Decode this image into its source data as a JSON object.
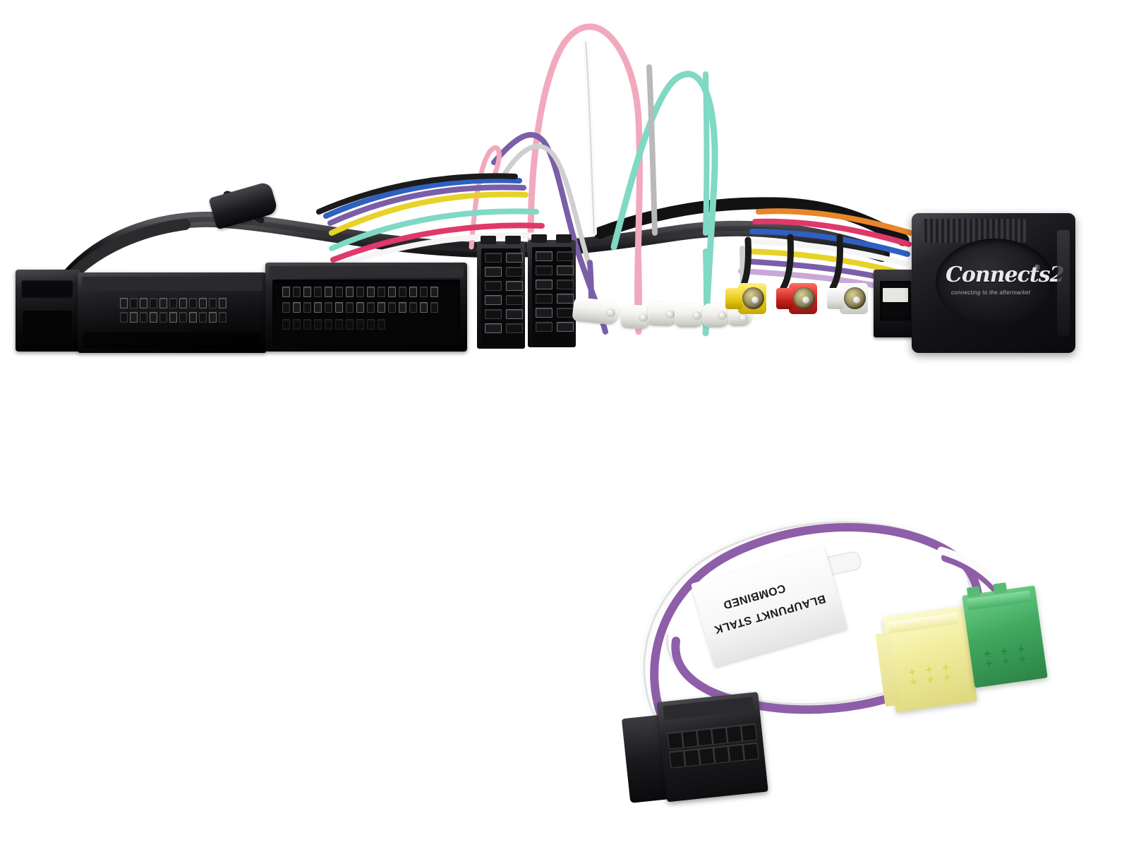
{
  "scene": {
    "type": "product-photograph",
    "background_color": "#ffffff",
    "subject": "car audio steering wheel control wiring harness adapter kit",
    "view": "two separate harness assemblies on plain white background"
  },
  "brand": {
    "name": "Connects2",
    "logo_script": "Connects2",
    "registered_mark": "®",
    "tagline": "connecting to the aftermarket",
    "module_color": "#141416"
  },
  "assemblies": [
    {
      "id": "main-harness",
      "name": "Main steering wheel control harness",
      "position": "upper area of image",
      "components": [
        {
          "name": "small-black-connector",
          "label": "2-pin black connector",
          "color": "#0d0d0f"
        },
        {
          "name": "quadlock-connector-a",
          "label": "Quadlock block A",
          "color": "#141416"
        },
        {
          "name": "quadlock-connector-b",
          "label": "Quadlock block B wide",
          "color": "#141416"
        },
        {
          "name": "iso-power-connector",
          "label": "ISO power block (8-pin)",
          "color": "#111113"
        },
        {
          "name": "iso-speaker-connector",
          "label": "ISO speaker block (8-pin)",
          "color": "#111113"
        },
        {
          "name": "rca-video-yellow",
          "label": "Yellow RCA (video)",
          "color": "#f2d21a"
        },
        {
          "name": "rca-audio-red",
          "label": "Red RCA (right audio)",
          "color": "#d9241f"
        },
        {
          "name": "rca-audio-white",
          "label": "White RCA (left audio)",
          "color": "#f4f4f2"
        },
        {
          "name": "usb-port",
          "label": "USB Type-A socket",
          "color": "#1a1a1d"
        },
        {
          "name": "connects2-interface-module",
          "label": "Connects2 interface module",
          "color": "#141416"
        },
        {
          "name": "bullet-connectors",
          "label": "Clear bullet connectors",
          "color": "#efefeb"
        }
      ],
      "wire_colors": [
        "#f2a9bd",
        "#7fd9c4",
        "#7b5ea8",
        "#e8d227",
        "#2f5fc0",
        "#f5f5f5",
        "#1b1b1b",
        "#e8862a",
        "#e0386a",
        "#9b9b9b"
      ]
    },
    {
      "id": "stalk-adaptor-lead",
      "name": "Blaupunkt combined stalk adaptor lead",
      "position": "lower right of image",
      "label_text_line1": "COMBINED",
      "label_text_line2": "BLAUPUNKT STALK",
      "label_orientation": "upside-down (rotated 180 degrees)",
      "components": [
        {
          "name": "molex-12pin-connector",
          "label": "Black 12-pin connector",
          "color": "#18181a"
        },
        {
          "name": "mini-iso-yellow-connector",
          "label": "Yellow mini ISO connector",
          "color": "#f2eea0"
        },
        {
          "name": "mini-iso-green-connector",
          "label": "Green mini ISO connector",
          "color": "#41a85f"
        }
      ],
      "wire_colors": [
        "#ffffff",
        "#8e5fa8"
      ],
      "wire_style": "twisted pair, white and purple"
    }
  ],
  "palette": {
    "background": "#ffffff",
    "connector_black": "#141416",
    "rca_yellow": "#f2d21a",
    "rca_red": "#d9241f",
    "rca_white": "#f4f4f2",
    "iso_yellow": "#f2eea0",
    "iso_green": "#41a85f",
    "wire_purple": "#8e5fa8",
    "wire_pink": "#f2a9bd",
    "wire_teal": "#7fd9c4"
  }
}
